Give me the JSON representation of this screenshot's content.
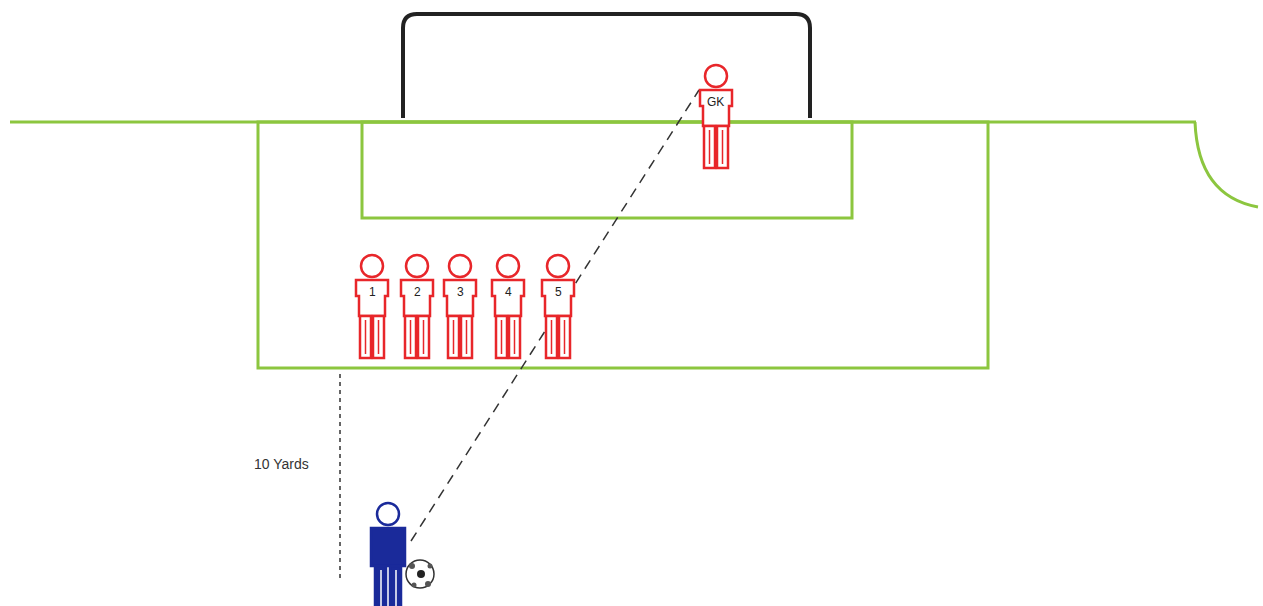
{
  "diagram": {
    "nodes": [
      {
        "text": [
          "GK"
        ]
      },
      {
        "text": [
          "1"
        ]
      },
      {
        "text": [
          "2"
        ]
      },
      {
        "text": [
          "3"
        ]
      },
      {
        "text": [
          "4"
        ]
      },
      {
        "text": [
          "5"
        ]
      }
    ],
    "labels": [
      "10 Yards"
    ]
  }
}
